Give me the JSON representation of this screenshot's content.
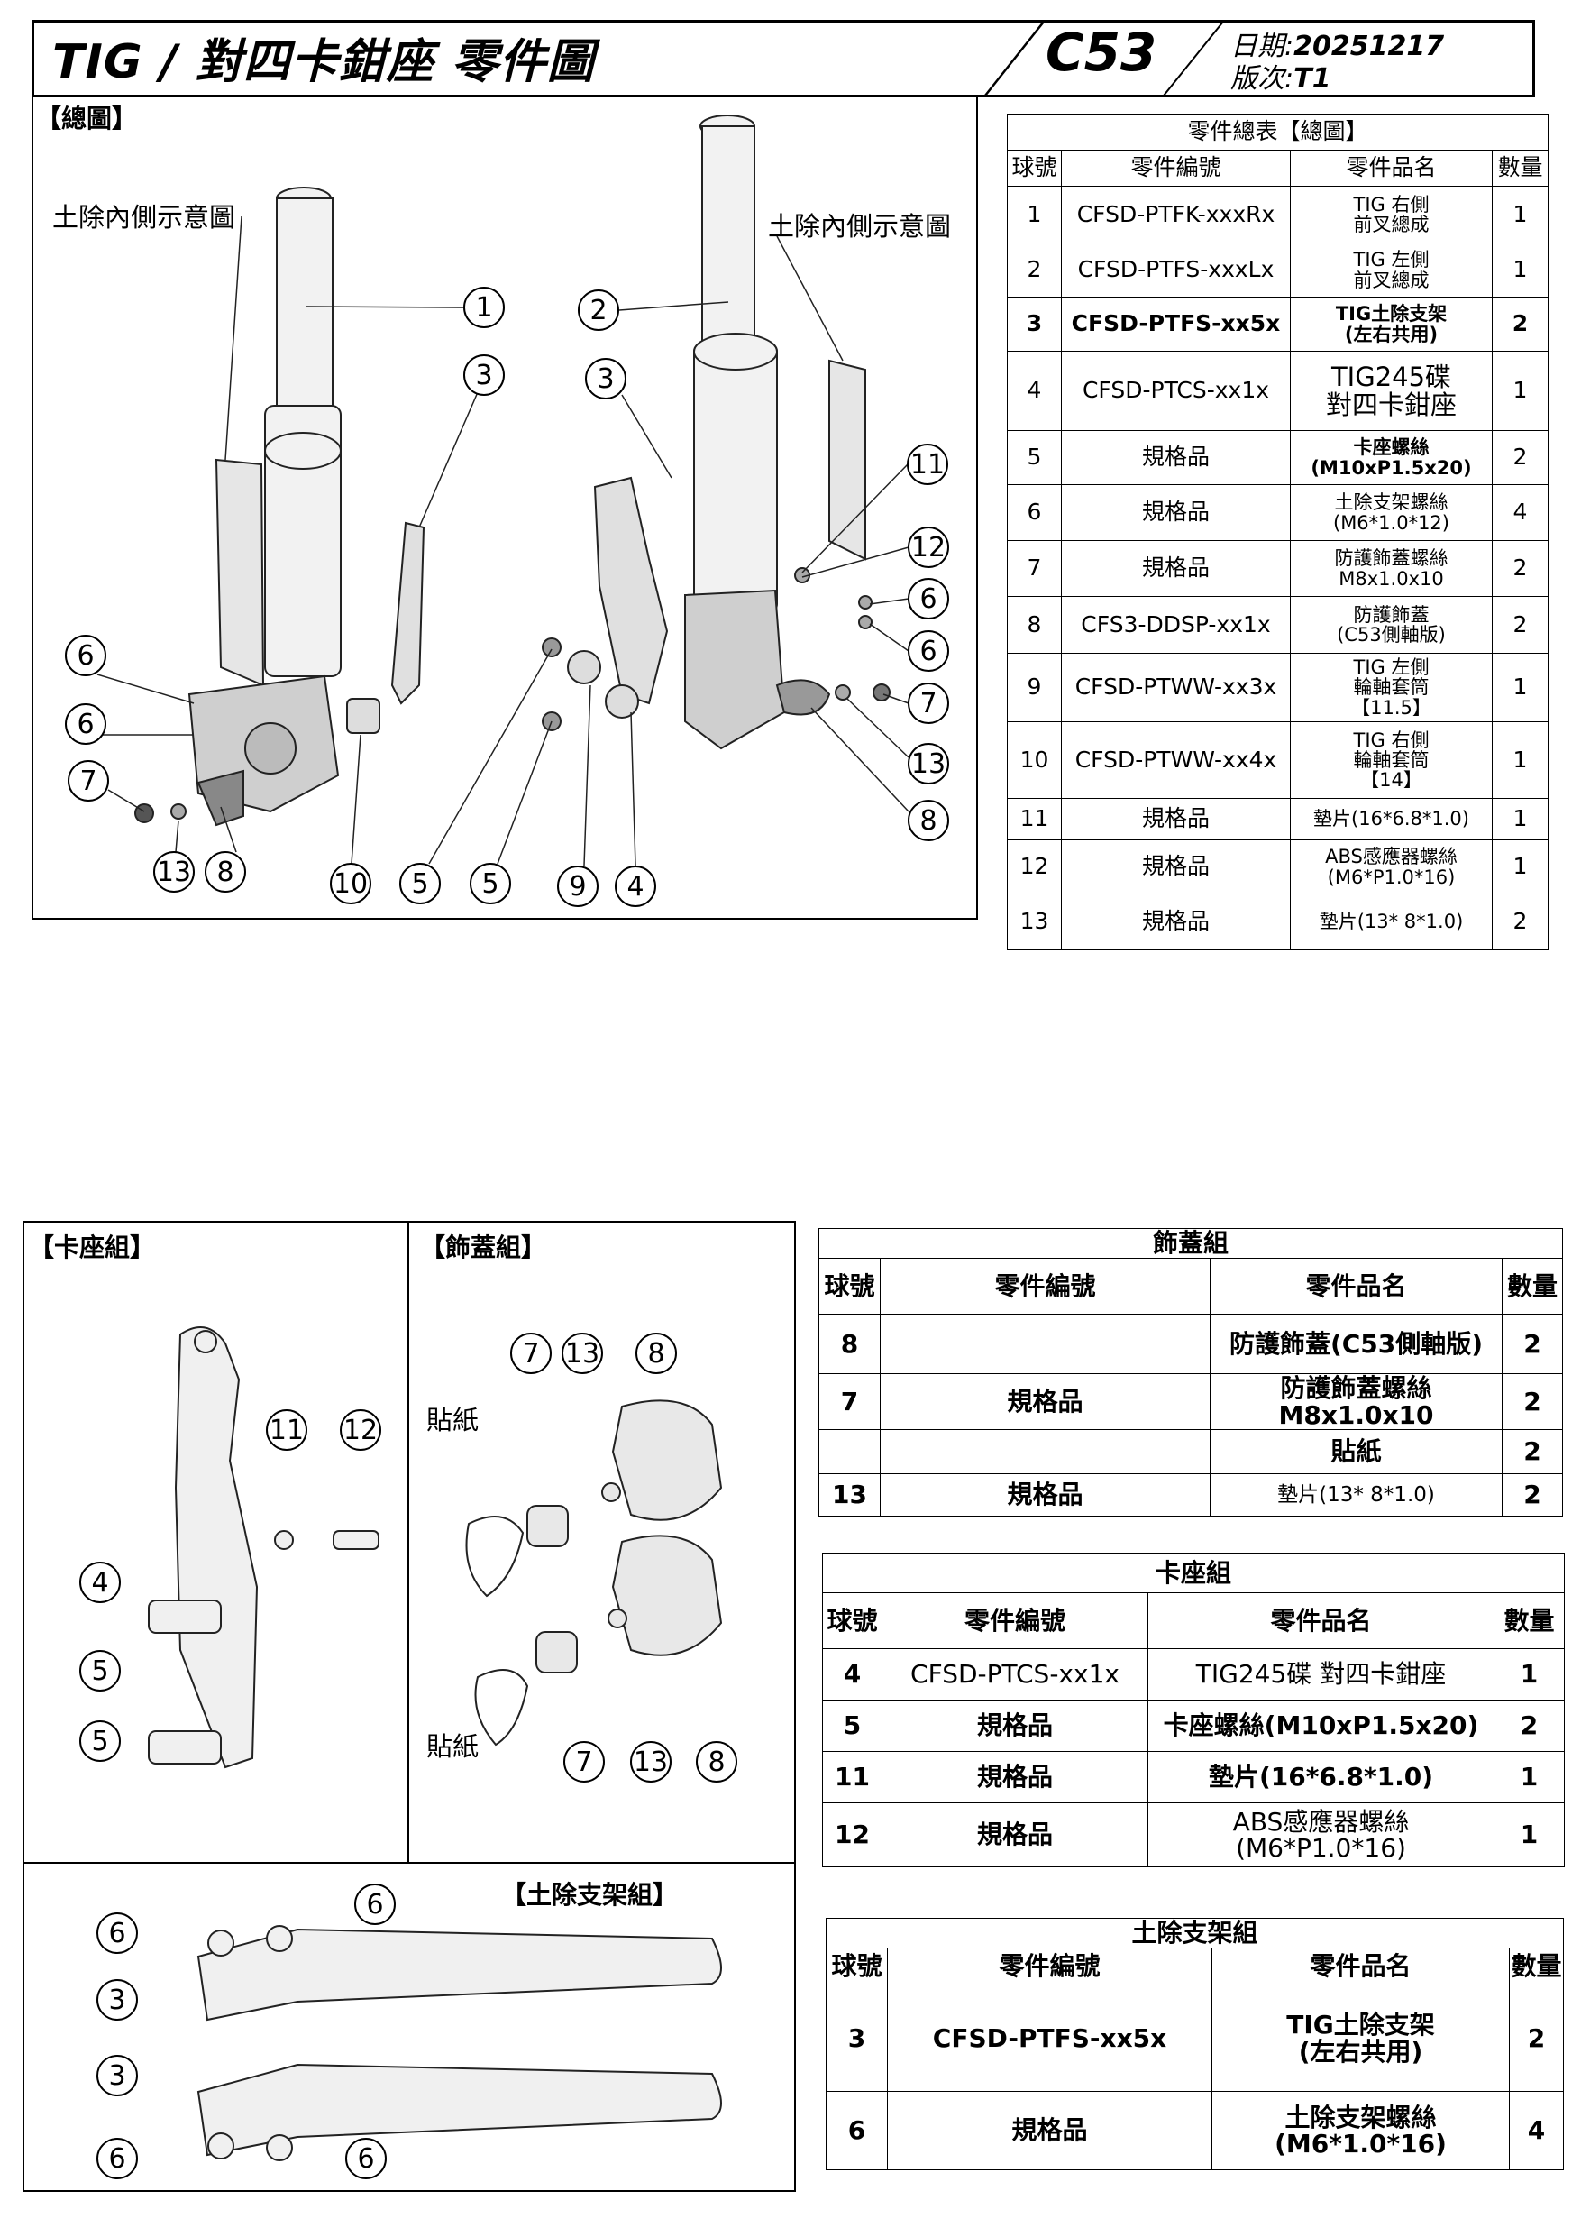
{
  "header": {
    "title": "TIG / 對四卡鉗座 零件圖",
    "model": "C53",
    "date_label": "日期:",
    "date": "20251217",
    "version_label": "版次:",
    "version": "T1"
  },
  "main": {
    "section_label": "【總圖】",
    "note_left": "土除內側示意圖",
    "note_right": "土除內側示意圖",
    "callouts": [
      "1",
      "3",
      "6",
      "6",
      "7",
      "13",
      "8",
      "10",
      "5",
      "5",
      "9",
      "4",
      "2",
      "3",
      "11",
      "12",
      "6",
      "6",
      "7",
      "13",
      "8"
    ]
  },
  "caliper_group": {
    "section_label": "【卡座組】",
    "callouts": [
      "11",
      "12",
      "4",
      "5",
      "5"
    ]
  },
  "cover_group": {
    "section_label": "【飾蓋組】",
    "sticker_label_1": "貼紙",
    "sticker_label_2": "貼紙",
    "callouts": [
      "7",
      "13",
      "8",
      "7",
      "13",
      "8"
    ]
  },
  "fender_group": {
    "section_label": "【土除支架組】",
    "callouts": [
      "6",
      "6",
      "3",
      "3",
      "6",
      "6"
    ]
  },
  "parts_table": {
    "title": "零件總表【總圖】",
    "headers": [
      "球號",
      "零件編號",
      "零件品名",
      "數量"
    ],
    "rows": [
      {
        "no": "1",
        "code": "CFSD-PTFK-xxxRx",
        "name1": "TIG 右側",
        "name2": "前叉總成",
        "qty": "1"
      },
      {
        "no": "2",
        "code": "CFSD-PTFS-xxxLx",
        "name1": "TIG  左側",
        "name2": "前叉總成",
        "qty": "1"
      },
      {
        "no": "3",
        "code": "CFSD-PTFS-xx5x",
        "name1": "TIG土除支架",
        "name2": "(左右共用)",
        "qty": "2"
      },
      {
        "no": "4",
        "code": "CFSD-PTCS-xx1x",
        "name1": "TIG245碟",
        "name2": "對四卡鉗座",
        "qty": "1"
      },
      {
        "no": "5",
        "code": "規格品",
        "name1": "卡座螺絲",
        "name2": "(M10xP1.5x20)",
        "qty": "2"
      },
      {
        "no": "6",
        "code": "規格品",
        "name1": "土除支架螺絲",
        "name2": "(M6*1.0*12)",
        "qty": "4"
      },
      {
        "no": "7",
        "code": "規格品",
        "name1": "防護飾蓋螺絲",
        "name2": "M8x1.0x10",
        "qty": "2"
      },
      {
        "no": "8",
        "code": "CFS3-DDSP-xx1x",
        "name1": "防護飾蓋",
        "name2": "(C53側軸版)",
        "qty": "2"
      },
      {
        "no": "9",
        "code": "CFSD-PTWW-xx3x",
        "name1": "TIG 左側",
        "name2": "輪軸套筒",
        "name3": "【11.5】",
        "qty": "1"
      },
      {
        "no": "10",
        "code": "CFSD-PTWW-xx4x",
        "name1": "TIG 右側",
        "name2": "輪軸套筒",
        "name3": "【14】",
        "qty": "1"
      },
      {
        "no": "11",
        "code": "規格品",
        "name1": "墊片(16*6.8*1.0)",
        "qty": "1"
      },
      {
        "no": "12",
        "code": "規格品",
        "name1": "ABS感應器螺絲",
        "name2": "(M6*P1.0*16)",
        "qty": "1"
      },
      {
        "no": "13",
        "code": "規格品",
        "name1": "墊片(13* 8*1.0)",
        "qty": "2"
      }
    ]
  },
  "cover_table": {
    "title": "飾蓋組",
    "headers": [
      "球號",
      "零件編號",
      "零件品名",
      "數量"
    ],
    "rows": [
      {
        "no": "8",
        "code": "",
        "name1": "防護飾蓋(C53側軸版)",
        "qty": "2"
      },
      {
        "no": "7",
        "code": "規格品",
        "name1": "防護飾蓋螺絲",
        "name2": "M8x1.0x10",
        "qty": "2"
      },
      {
        "no": "",
        "code": "",
        "name1": "貼紙",
        "qty": "2"
      },
      {
        "no": "13",
        "code": "規格品",
        "name1": "墊片(13* 8*1.0)",
        "qty": "2"
      }
    ]
  },
  "caliper_table": {
    "title": "卡座組",
    "headers": [
      "球號",
      "零件編號",
      "零件品名",
      "數量"
    ],
    "rows": [
      {
        "no": "4",
        "code": "CFSD-PTCS-xx1x",
        "name1": "TIG245碟 對四卡鉗座",
        "qty": "1"
      },
      {
        "no": "5",
        "code": "規格品",
        "name1": "卡座螺絲(M10xP1.5x20)",
        "qty": "2"
      },
      {
        "no": "11",
        "code": "規格品",
        "name1": "墊片(16*6.8*1.0)",
        "qty": "1"
      },
      {
        "no": "12",
        "code": "規格品",
        "name1": "ABS感應器螺絲",
        "name2": "(M6*P1.0*16)",
        "qty": "1"
      }
    ]
  },
  "fender_table": {
    "title": "土除支架組",
    "headers": [
      "球號",
      "零件編號",
      "零件品名",
      "數量"
    ],
    "rows": [
      {
        "no": "3",
        "code": "CFSD-PTFS-xx5x",
        "name1": "TIG土除支架",
        "name2": "(左右共用)",
        "qty": "2"
      },
      {
        "no": "6",
        "code": "規格品",
        "name1": "土除支架螺絲",
        "name2": "(M6*1.0*16)",
        "qty": "4"
      }
    ]
  }
}
